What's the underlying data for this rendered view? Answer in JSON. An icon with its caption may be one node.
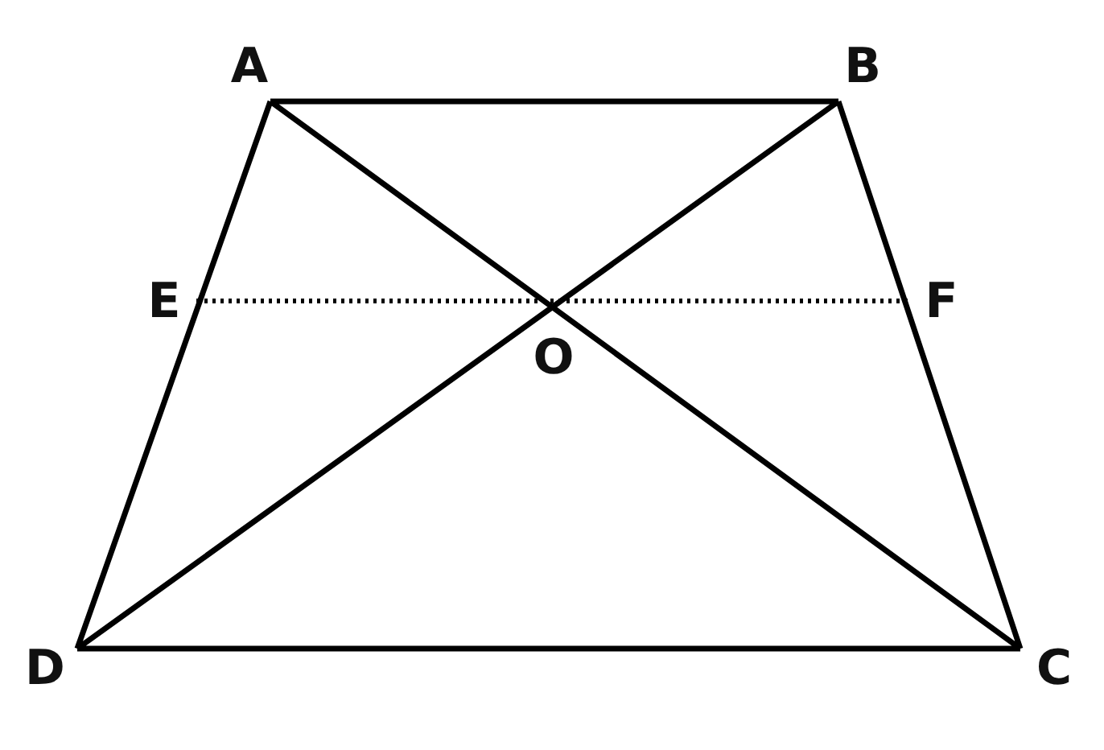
{
  "diagram": {
    "labels": [
      "A",
      "B",
      "E",
      "F",
      "O",
      "D",
      "C"
    ]
  }
}
